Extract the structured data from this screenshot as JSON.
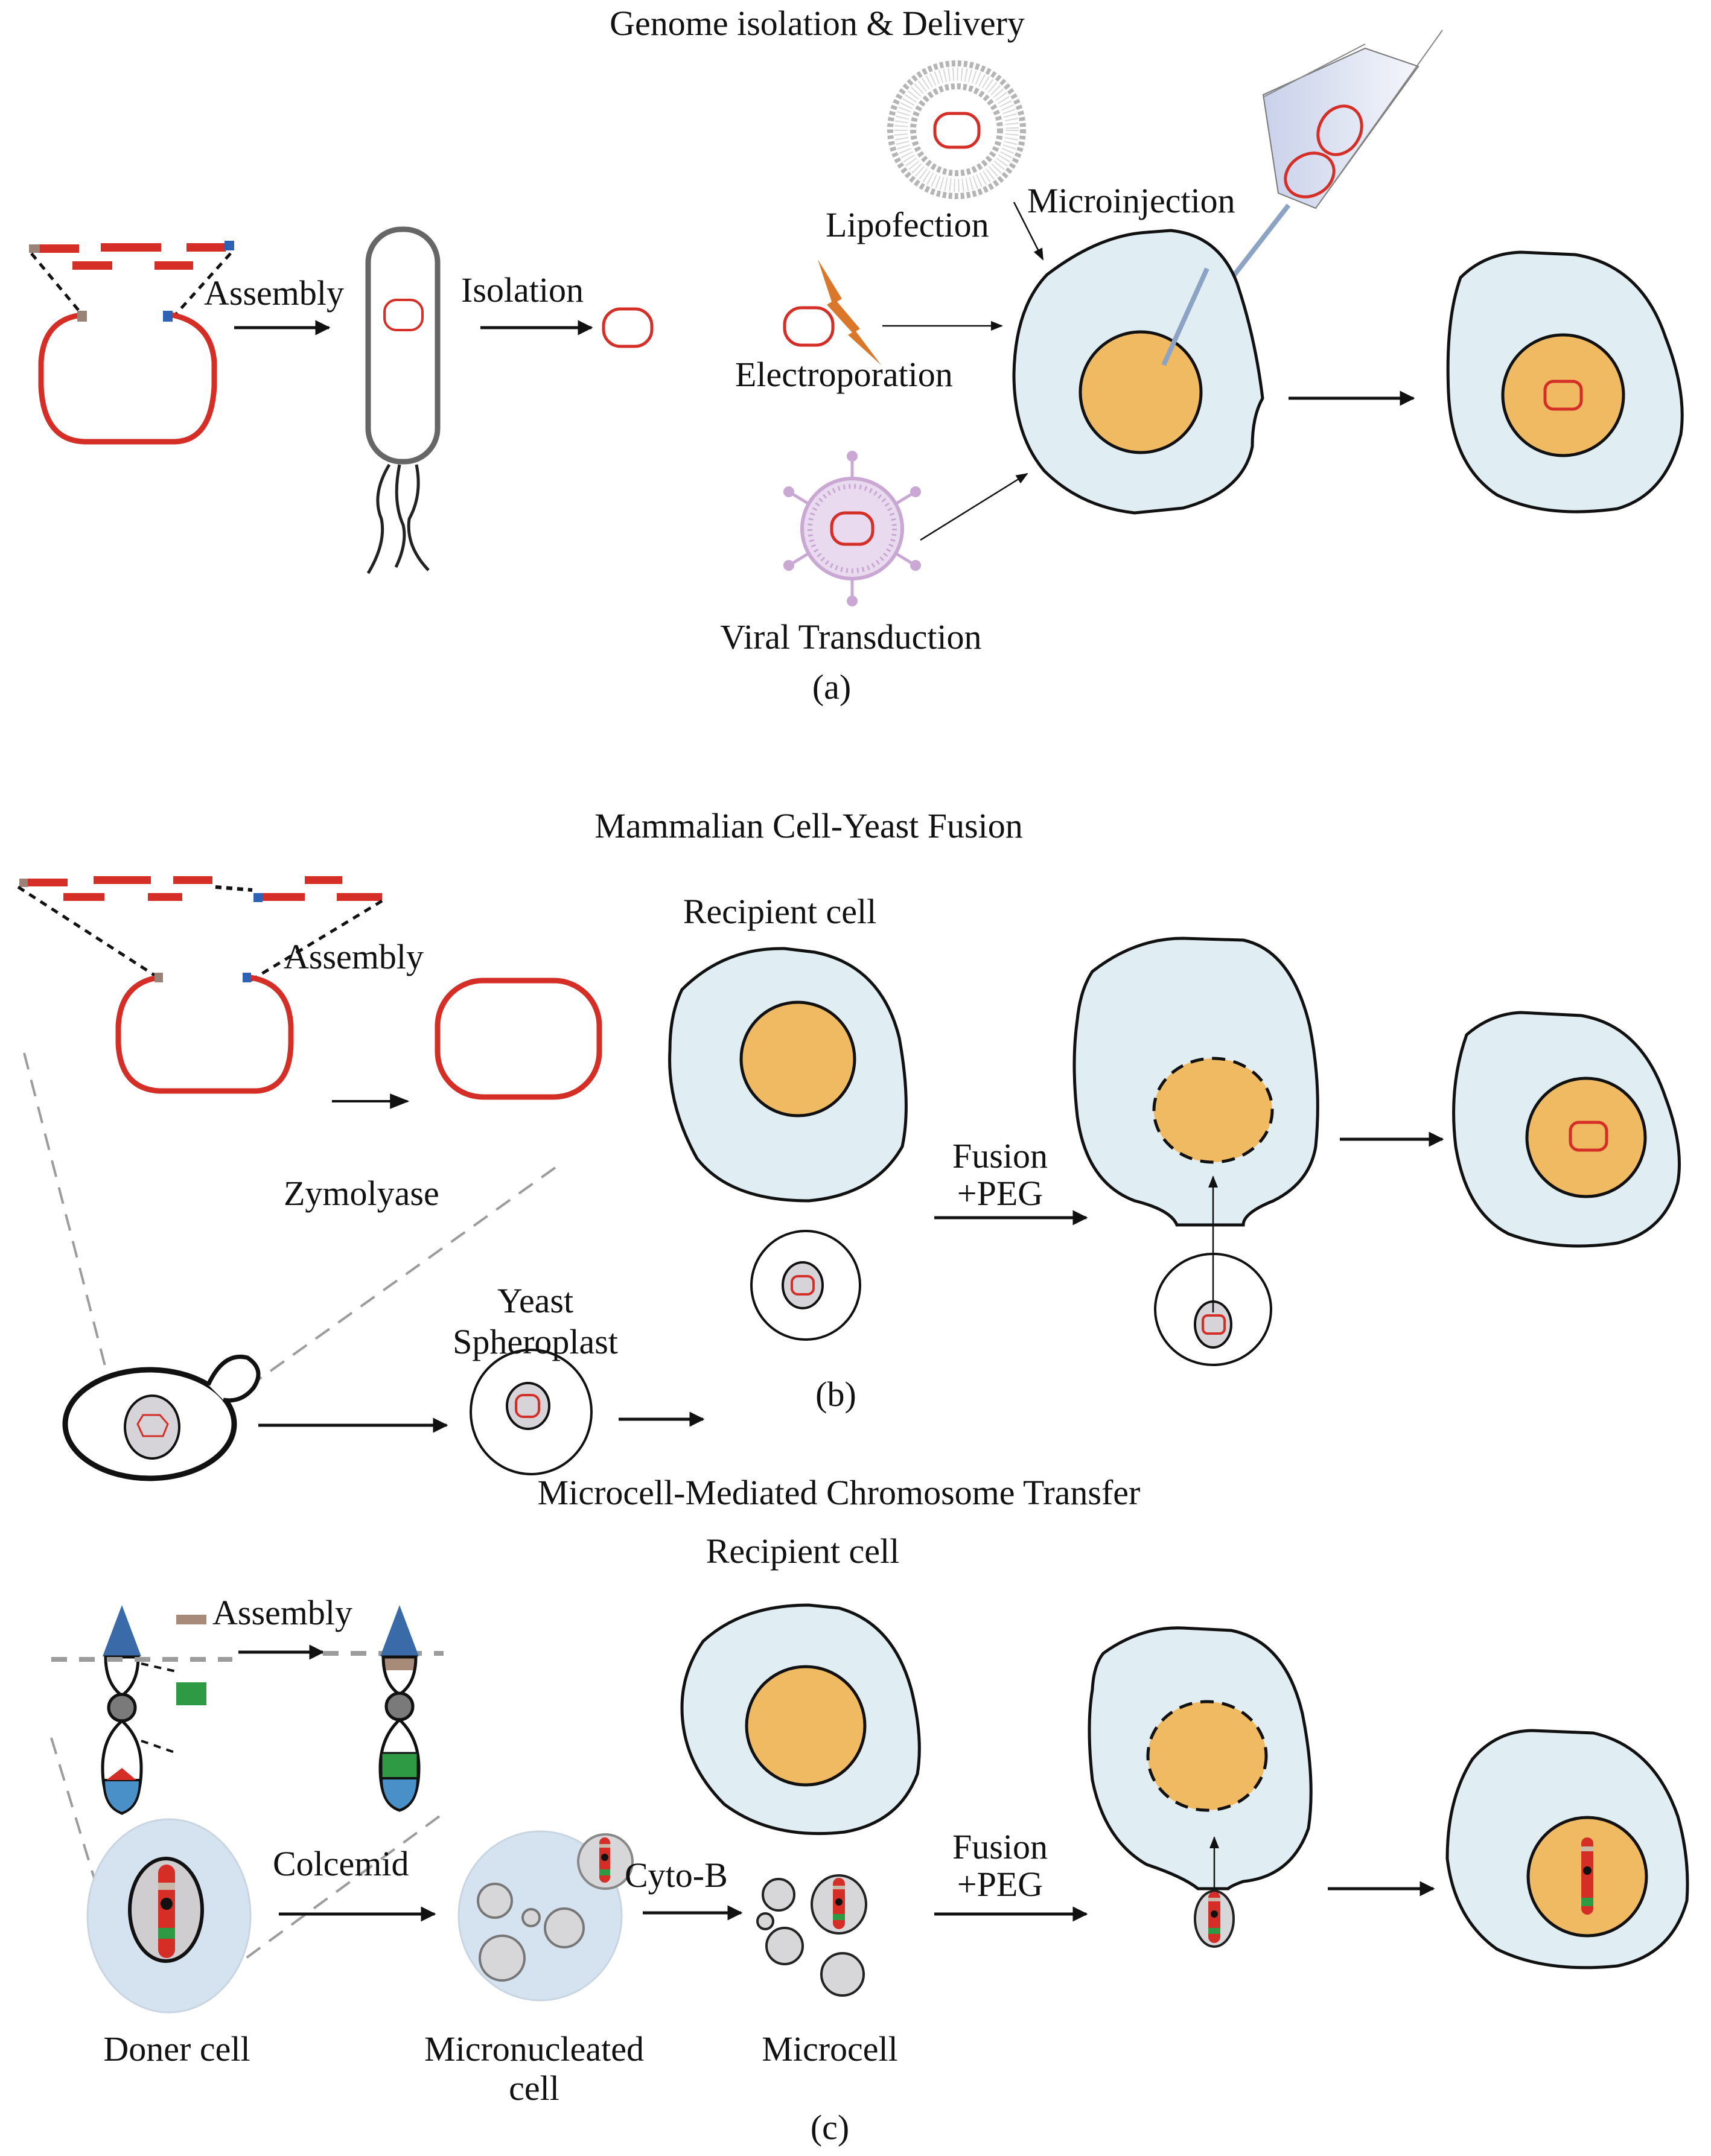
{
  "panels": {
    "a": {
      "title": "Genome isolation & Delivery",
      "label": "(a)",
      "assembly": "Assembly",
      "isolation": "Isolation",
      "lipofection": "Lipofection",
      "microinjection": "Microinjection",
      "electroporation": "Electroporation",
      "viral": "Viral Transduction"
    },
    "b": {
      "title": "Mammalian Cell-Yeast Fusion",
      "label": "(b)",
      "recipient": "Recipient cell",
      "assembly": "Assembly",
      "zymolyase": "Zymolyase",
      "yeast_line1": "Yeast",
      "yeast_line2": "Spheroplast",
      "fusion_line1": "Fusion",
      "fusion_line2": "+PEG"
    },
    "c": {
      "title": "Microcell-Mediated Chromosome Transfer",
      "label": "(c)",
      "recipient": "Recipient cell",
      "assembly": "Assembly",
      "colcemid": "Colcemid",
      "cytob": "Cyto-B",
      "fusion_line1": "Fusion",
      "fusion_line2": "+PEG",
      "doner": "Doner cell",
      "micronucleated_line1": "Micronucleated",
      "micronucleated_line2": "cell",
      "microcell": "Microcell"
    }
  },
  "colors": {
    "dna_red": "#d42e27",
    "cytoplasm": "#e0eef4",
    "nucleus": "#f0ba63",
    "lightning": "#d9782a",
    "virus": "#c9a8d4",
    "chromosome_blue": "#3a6aa8",
    "chromosome_lightblue": "#4a90c8",
    "chromosome_green": "#2e9a44",
    "chromosome_tan": "#a88a78"
  }
}
